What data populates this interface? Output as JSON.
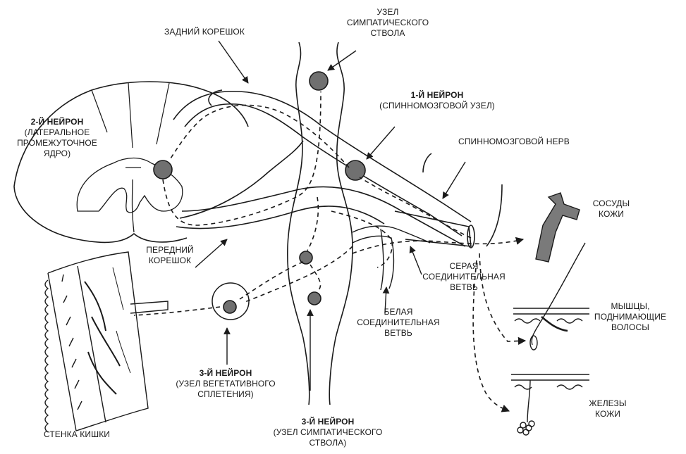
{
  "colors": {
    "ink": "#1a1a1a",
    "neuron_fill": "#707070",
    "vessel_fill": "#7a7a7a"
  },
  "labels": {
    "dorsal_root": "ЗАДНИЙ КОРЕШОК",
    "sympathetic_node": [
      "УЗЕЛ",
      "СИМПАТИЧЕСКОГО",
      "СТВОЛА"
    ],
    "first_neuron": {
      "title": "1-Й НЕЙРОН",
      "desc": "(СПИННОМОЗГОВОЙ УЗЕЛ)"
    },
    "second_neuron": {
      "title": "2-Й НЕЙРОН",
      "desc": [
        "(ЛАТЕРАЛЬНОЕ",
        "ПРОМЕЖУТОЧНОЕ",
        "ЯДРО)"
      ]
    },
    "spinal_nerve": "СПИННОМОЗГОВОЙ НЕРВ",
    "skin_vessels": [
      "СОСУДЫ",
      "КОЖИ"
    ],
    "ventral_root": [
      "ПЕРЕДНИЙ",
      "КОРЕШОК"
    ],
    "gray_ramus": [
      "СЕРАЯ",
      "СОЕДИНИТЕЛЬНАЯ",
      "ВЕТВЬ"
    ],
    "white_ramus": [
      "БЕЛАЯ",
      "СОЕДИНИТЕЛЬНАЯ",
      "ВЕТВЬ"
    ],
    "hair_muscles": [
      "МЫШЦЫ,",
      "ПОДНИМАЮЩИЕ",
      "ВОЛОСЫ"
    ],
    "third_neuron_plexus": {
      "title": "3-Й НЕЙРОН",
      "desc": [
        "(УЗЕЛ ВЕГЕТАТИВНОГО",
        "СПЛЕТЕНИЯ)"
      ]
    },
    "third_neuron_trunk": {
      "title": "3-Й НЕЙРОН",
      "desc": [
        "(УЗЕЛ СИМПАТИЧЕСКОГО",
        "СТВОЛА)"
      ]
    },
    "skin_glands": [
      "ЖЕЛЕЗЫ",
      "КОЖИ"
    ],
    "intestine_wall": "СТЕНКА КИШКИ"
  }
}
